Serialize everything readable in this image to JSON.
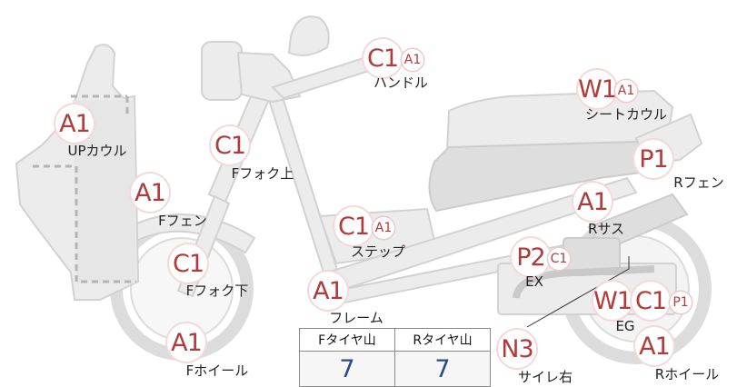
{
  "parts": {
    "handle": {
      "code": "C1",
      "sub": "A1",
      "label": "ハンドル"
    },
    "up_cowl": {
      "code": "A1",
      "label": "UPカウル"
    },
    "fork_up": {
      "code": "C1",
      "label": "Fフォク上"
    },
    "f_fender": {
      "code": "A1",
      "label": "Fフェン"
    },
    "fork_low": {
      "code": "C1",
      "label": "Fフォク下"
    },
    "f_wheel": {
      "code": "A1",
      "label": "Fホイール"
    },
    "step": {
      "code": "C1",
      "sub": "A1",
      "label": "ステップ"
    },
    "frame": {
      "code": "A1",
      "label": "フレーム"
    },
    "seat_cowl": {
      "code": "W1",
      "sub": "A1",
      "label": "シートカウル"
    },
    "r_fender": {
      "code": "P1",
      "label": "Rフェン"
    },
    "r_sus": {
      "code": "A1",
      "label": "Rサス"
    },
    "exhaust": {
      "code": "P2",
      "sub": "C1",
      "label": "EX"
    },
    "engine": {
      "code": "W1",
      "code2": "C1",
      "sub": "P1",
      "label": "EG"
    },
    "r_wheel": {
      "code": "A1",
      "label": "Rホイール"
    },
    "silencer": {
      "code": "N3",
      "label": "サイレ右"
    }
  },
  "tire_table": {
    "headers": [
      "Fタイヤ山",
      "Rタイヤ山"
    ],
    "values": [
      "7",
      "7"
    ]
  }
}
